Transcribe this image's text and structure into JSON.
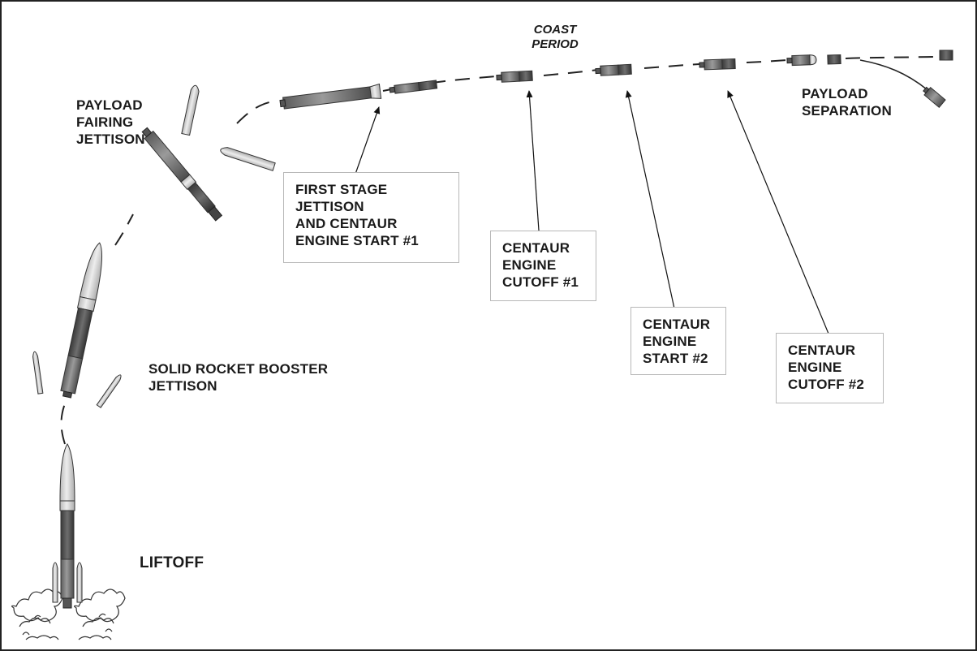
{
  "labels": {
    "liftoff": [
      "LIFTOFF"
    ],
    "srb_jettison": [
      "SOLID ROCKET BOOSTER",
      "JETTISON"
    ],
    "fairing_jettison": [
      "PAYLOAD",
      "FAIRING",
      "JETTISON"
    ],
    "payload_separation": [
      "PAYLOAD",
      "SEPARATION"
    ],
    "coast_period": [
      "COAST",
      "PERIOD"
    ]
  },
  "callouts": {
    "first_stage": [
      "FIRST STAGE",
      "JETTISON",
      "AND CENTAUR",
      "ENGINE START #1"
    ],
    "cutoff1": [
      "CENTAUR",
      "ENGINE",
      "CUTOFF #1"
    ],
    "start2": [
      "CENTAUR",
      "ENGINE",
      "START #2"
    ],
    "cutoff2": [
      "CENTAUR",
      "ENGINE",
      "CUTOFF #2"
    ]
  },
  "colors": {
    "frame": "#222222",
    "rocket_body": "#7a7a7a",
    "rocket_light": "#d6d6d6",
    "rocket_dark": "#4a4a4a",
    "trajectory": "#222222",
    "callout_border": "#b8b8b8"
  }
}
